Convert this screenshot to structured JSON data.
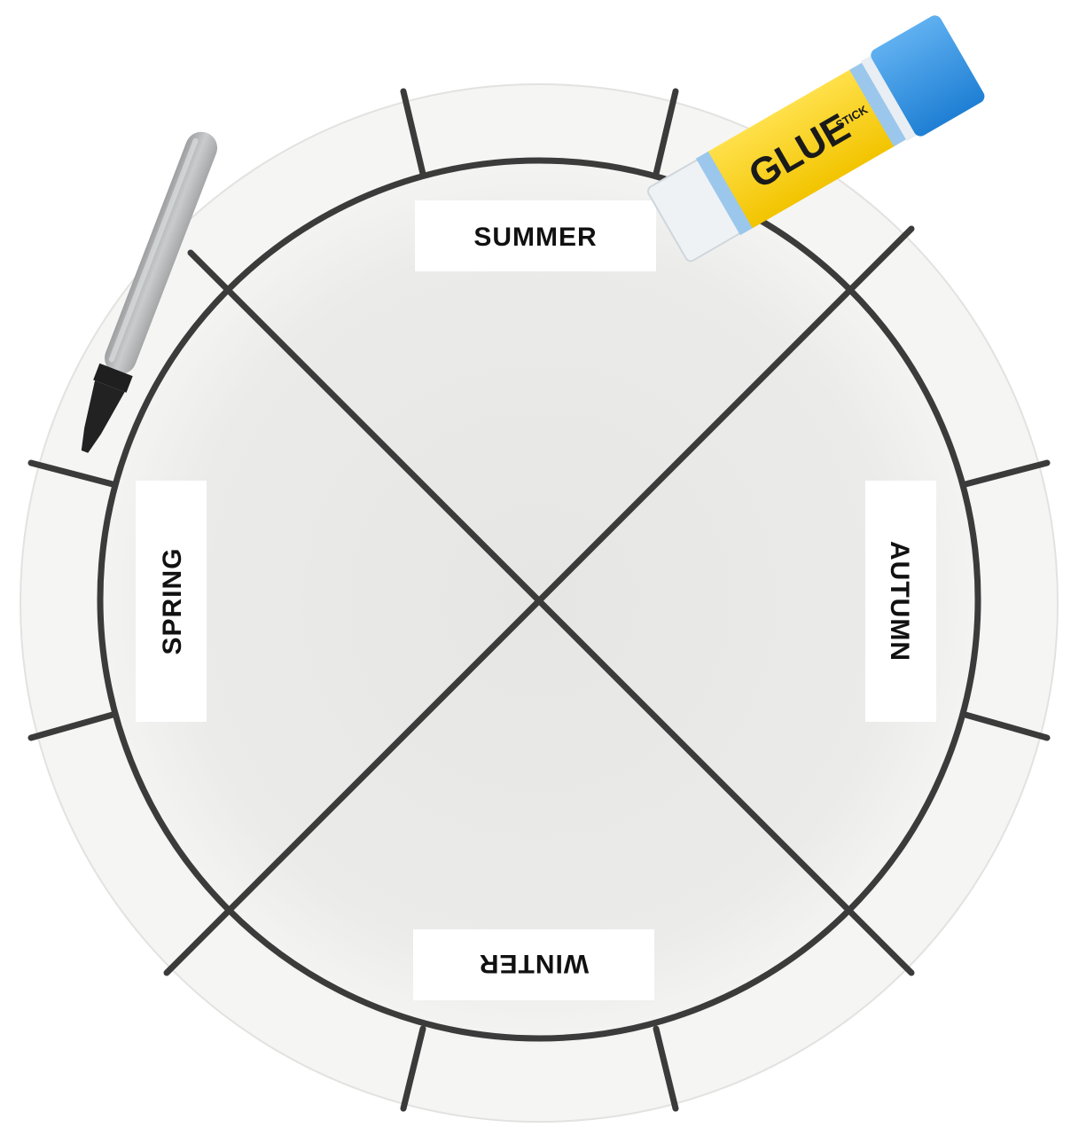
{
  "labels": {
    "summer": "SUMMER",
    "autumn": "AUTUMN",
    "winter": "WINTER",
    "spring": "SPRING"
  },
  "glue_stick": {
    "word": "GLUE",
    "subword": "STICK",
    "body_color": "#ffd21f",
    "cap_color": "#2f8fe0"
  },
  "marker": {
    "body_color": "#b9bbbd",
    "tip_color": "#1a1a1a"
  },
  "colors": {
    "plate": "#e9e9e7",
    "plate_rim": "#f3f3f1",
    "lines": "#3b3b3b",
    "label_bg": "#ffffff"
  }
}
